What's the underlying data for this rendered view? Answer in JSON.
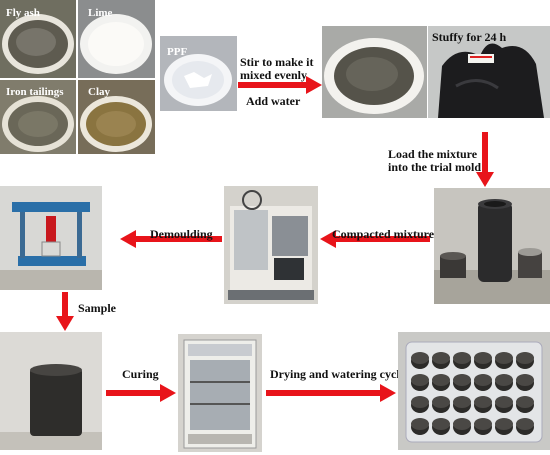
{
  "materials": {
    "fly_ash": "Fly ash",
    "lime": "Lime",
    "ppf": "PPF",
    "iron_tailings": "Iron tailings",
    "clay": "Clay"
  },
  "steps": {
    "stir": "Stir to make it",
    "stir2": "mixed evenly",
    "add_water": "Add water",
    "stuffy": "Stuffy for 24 h",
    "load": "Load the mixture",
    "load2": "into the trial mold",
    "compacted": "Compacted mixture",
    "demoulding": "Demoulding",
    "sample": "Sample",
    "curing": "Curing",
    "drying": "Drying and watering cycle"
  },
  "colors": {
    "arrow": "#e8141a",
    "frame": "#2a6fa8"
  }
}
